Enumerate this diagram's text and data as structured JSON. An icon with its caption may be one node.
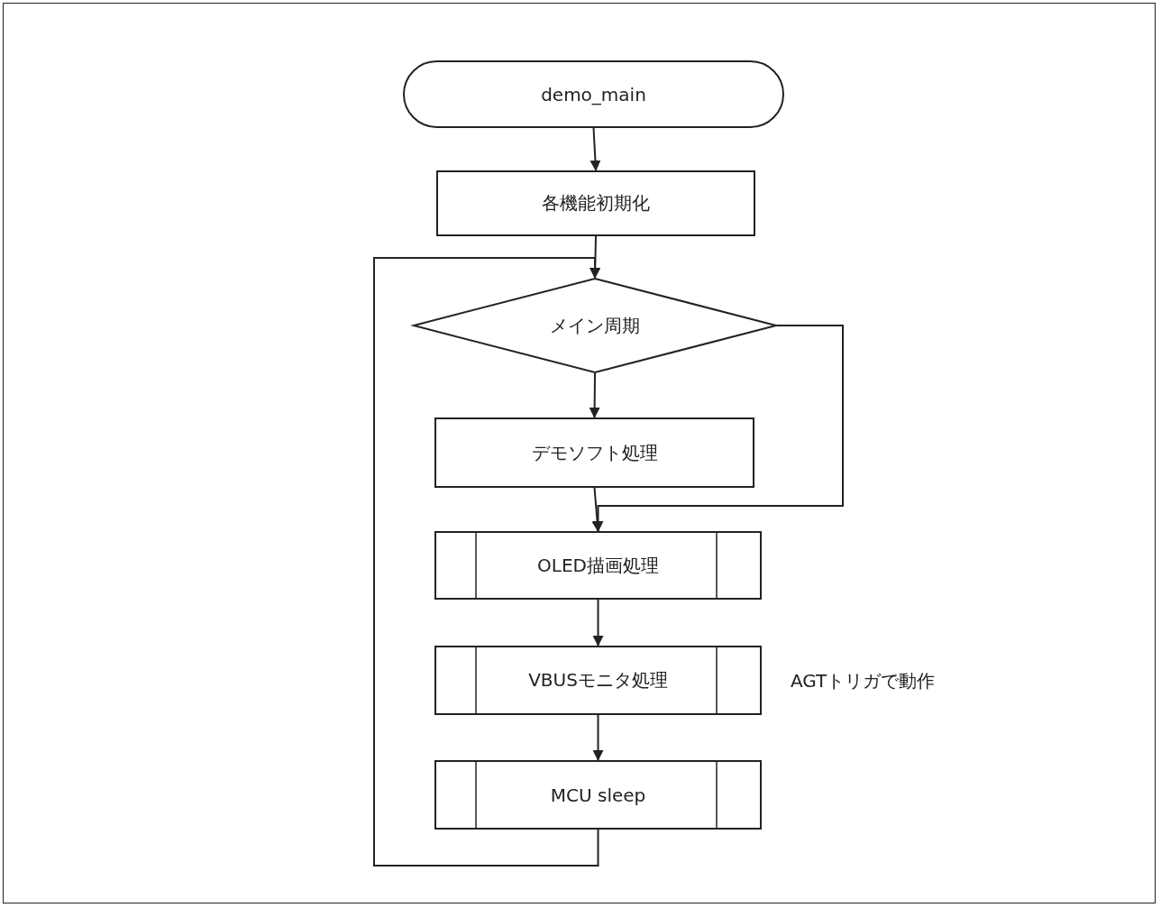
{
  "diagram": {
    "nodes": [
      {
        "text": [
          "demo_main"
        ]
      },
      {
        "text": [
          "各機能初期化"
        ]
      },
      {
        "text": [
          "メイン周期"
        ]
      },
      {
        "text": [
          "デモソフト処理"
        ]
      },
      {
        "text": [
          "OLED描画処理"
        ]
      },
      {
        "text": [
          "VBUSモニタ処理"
        ],
        "beside": [
          "AGTトリガで動作"
        ]
      },
      {
        "text": [
          "MCU sleep"
        ]
      }
    ],
    "edges": [
      {
        "from": 0,
        "to": 1,
        "arrow": "to"
      },
      {
        "from": 1,
        "to": 2,
        "arrow": "to"
      },
      {
        "from": 2,
        "to": 3,
        "arrow": "to"
      },
      {
        "from": 3,
        "to": 4,
        "arrow": "to"
      },
      {
        "from": 2,
        "to": 4,
        "arrow": "to"
      },
      {
        "from": 4,
        "to": 5,
        "arrow": "to"
      },
      {
        "from": 5,
        "to": 6,
        "arrow": "to"
      },
      {
        "from": 6,
        "to": 2,
        "arrow": "to"
      }
    ]
  }
}
